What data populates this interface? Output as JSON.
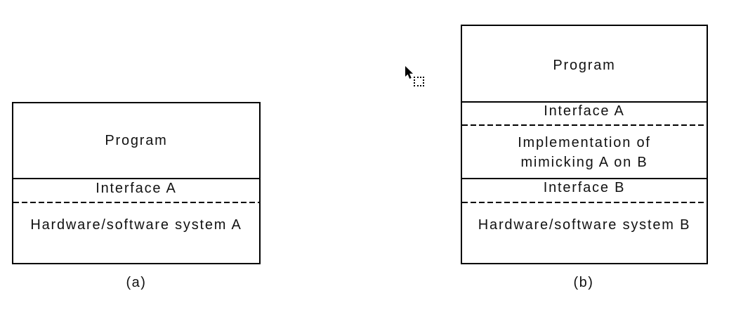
{
  "figure": {
    "background_color": "#ffffff",
    "line_color": "#000000",
    "text_color": "#111111"
  },
  "box_a": {
    "program": "Program",
    "interface_a": "Interface A",
    "system": "Hardware/software system A",
    "caption": "(a)"
  },
  "box_b": {
    "program": "Program",
    "interface_a": "Interface A",
    "implementation_line1": "Implementation of",
    "implementation_line2": "mimicking A on B",
    "interface_b": "Interface B",
    "system": "Hardware/software system B",
    "caption": "(b)"
  },
  "cursor": {
    "icon": "arrow-pointer-with-drag-selection-box"
  }
}
